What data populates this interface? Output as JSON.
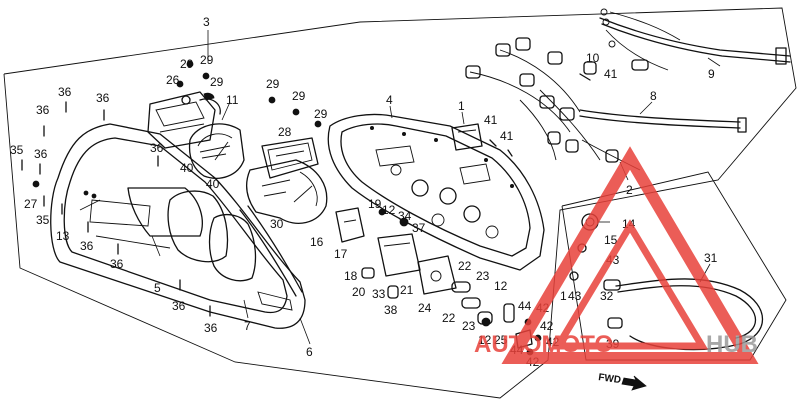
{
  "diagram": {
    "direction_label": "FWD",
    "callouts": [
      {
        "id": "c3",
        "label": "3"
      },
      {
        "id": "c29a",
        "label": "29"
      },
      {
        "id": "c29b",
        "label": "29"
      },
      {
        "id": "c26",
        "label": "26"
      },
      {
        "id": "c29c",
        "label": "29"
      },
      {
        "id": "c11",
        "label": "11"
      },
      {
        "id": "c29d",
        "label": "29"
      },
      {
        "id": "c29e",
        "label": "29"
      },
      {
        "id": "c29f",
        "label": "29"
      },
      {
        "id": "c28",
        "label": "28"
      },
      {
        "id": "c36a",
        "label": "36"
      },
      {
        "id": "c36b",
        "label": "36"
      },
      {
        "id": "c36c",
        "label": "36"
      },
      {
        "id": "c36d",
        "label": "36"
      },
      {
        "id": "c35a",
        "label": "35"
      },
      {
        "id": "c36e",
        "label": "36"
      },
      {
        "id": "c27",
        "label": "27"
      },
      {
        "id": "c35b",
        "label": "35"
      },
      {
        "id": "c13",
        "label": "13"
      },
      {
        "id": "c36f",
        "label": "36"
      },
      {
        "id": "c36g",
        "label": "36"
      },
      {
        "id": "c5",
        "label": "5"
      },
      {
        "id": "c36h",
        "label": "36"
      },
      {
        "id": "c36i",
        "label": "36"
      },
      {
        "id": "c7",
        "label": "7"
      },
      {
        "id": "c6",
        "label": "6"
      },
      {
        "id": "c40a",
        "label": "40"
      },
      {
        "id": "c40b",
        "label": "40"
      },
      {
        "id": "c30",
        "label": "30"
      },
      {
        "id": "c16",
        "label": "16"
      },
      {
        "id": "c17",
        "label": "17"
      },
      {
        "id": "c18",
        "label": "18"
      },
      {
        "id": "c20",
        "label": "20"
      },
      {
        "id": "c33",
        "label": "33"
      },
      {
        "id": "c21",
        "label": "21"
      },
      {
        "id": "c38",
        "label": "38"
      },
      {
        "id": "c19",
        "label": "19"
      },
      {
        "id": "c12a",
        "label": "12"
      },
      {
        "id": "c34",
        "label": "34"
      },
      {
        "id": "c37",
        "label": "37"
      },
      {
        "id": "c4",
        "label": "4"
      },
      {
        "id": "c1",
        "label": "1"
      },
      {
        "id": "c41a",
        "label": "41"
      },
      {
        "id": "c41b",
        "label": "41"
      },
      {
        "id": "c10",
        "label": "10"
      },
      {
        "id": "c41c",
        "label": "41"
      },
      {
        "id": "c9",
        "label": "9"
      },
      {
        "id": "c8",
        "label": "8"
      },
      {
        "id": "c2",
        "label": "2"
      },
      {
        "id": "c22a",
        "label": "22"
      },
      {
        "id": "c23a",
        "label": "23"
      },
      {
        "id": "c12b",
        "label": "12"
      },
      {
        "id": "c24",
        "label": "24"
      },
      {
        "id": "c22b",
        "label": "22"
      },
      {
        "id": "c23b",
        "label": "23"
      },
      {
        "id": "c12c",
        "label": "12"
      },
      {
        "id": "c25",
        "label": "25"
      },
      {
        "id": "c44a",
        "label": "44"
      },
      {
        "id": "c42a",
        "label": "42"
      },
      {
        "id": "c44b",
        "label": "44"
      },
      {
        "id": "c42b",
        "label": "42"
      },
      {
        "id": "c42c",
        "label": "42"
      },
      {
        "id": "c42d",
        "label": "42"
      },
      {
        "id": "c14",
        "label": "14"
      },
      {
        "id": "c15",
        "label": "15"
      },
      {
        "id": "c43a",
        "label": "43"
      },
      {
        "id": "c1b",
        "label": "1"
      },
      {
        "id": "c43b",
        "label": "43"
      },
      {
        "id": "c31",
        "label": "31"
      },
      {
        "id": "c32",
        "label": "32"
      },
      {
        "id": "c39",
        "label": "39"
      }
    ]
  },
  "watermark": {
    "text_left": "AUTOMOTO",
    "text_right": "HUB",
    "accent_color": "#e8413a",
    "secondary_color": "#9a9a9a"
  }
}
